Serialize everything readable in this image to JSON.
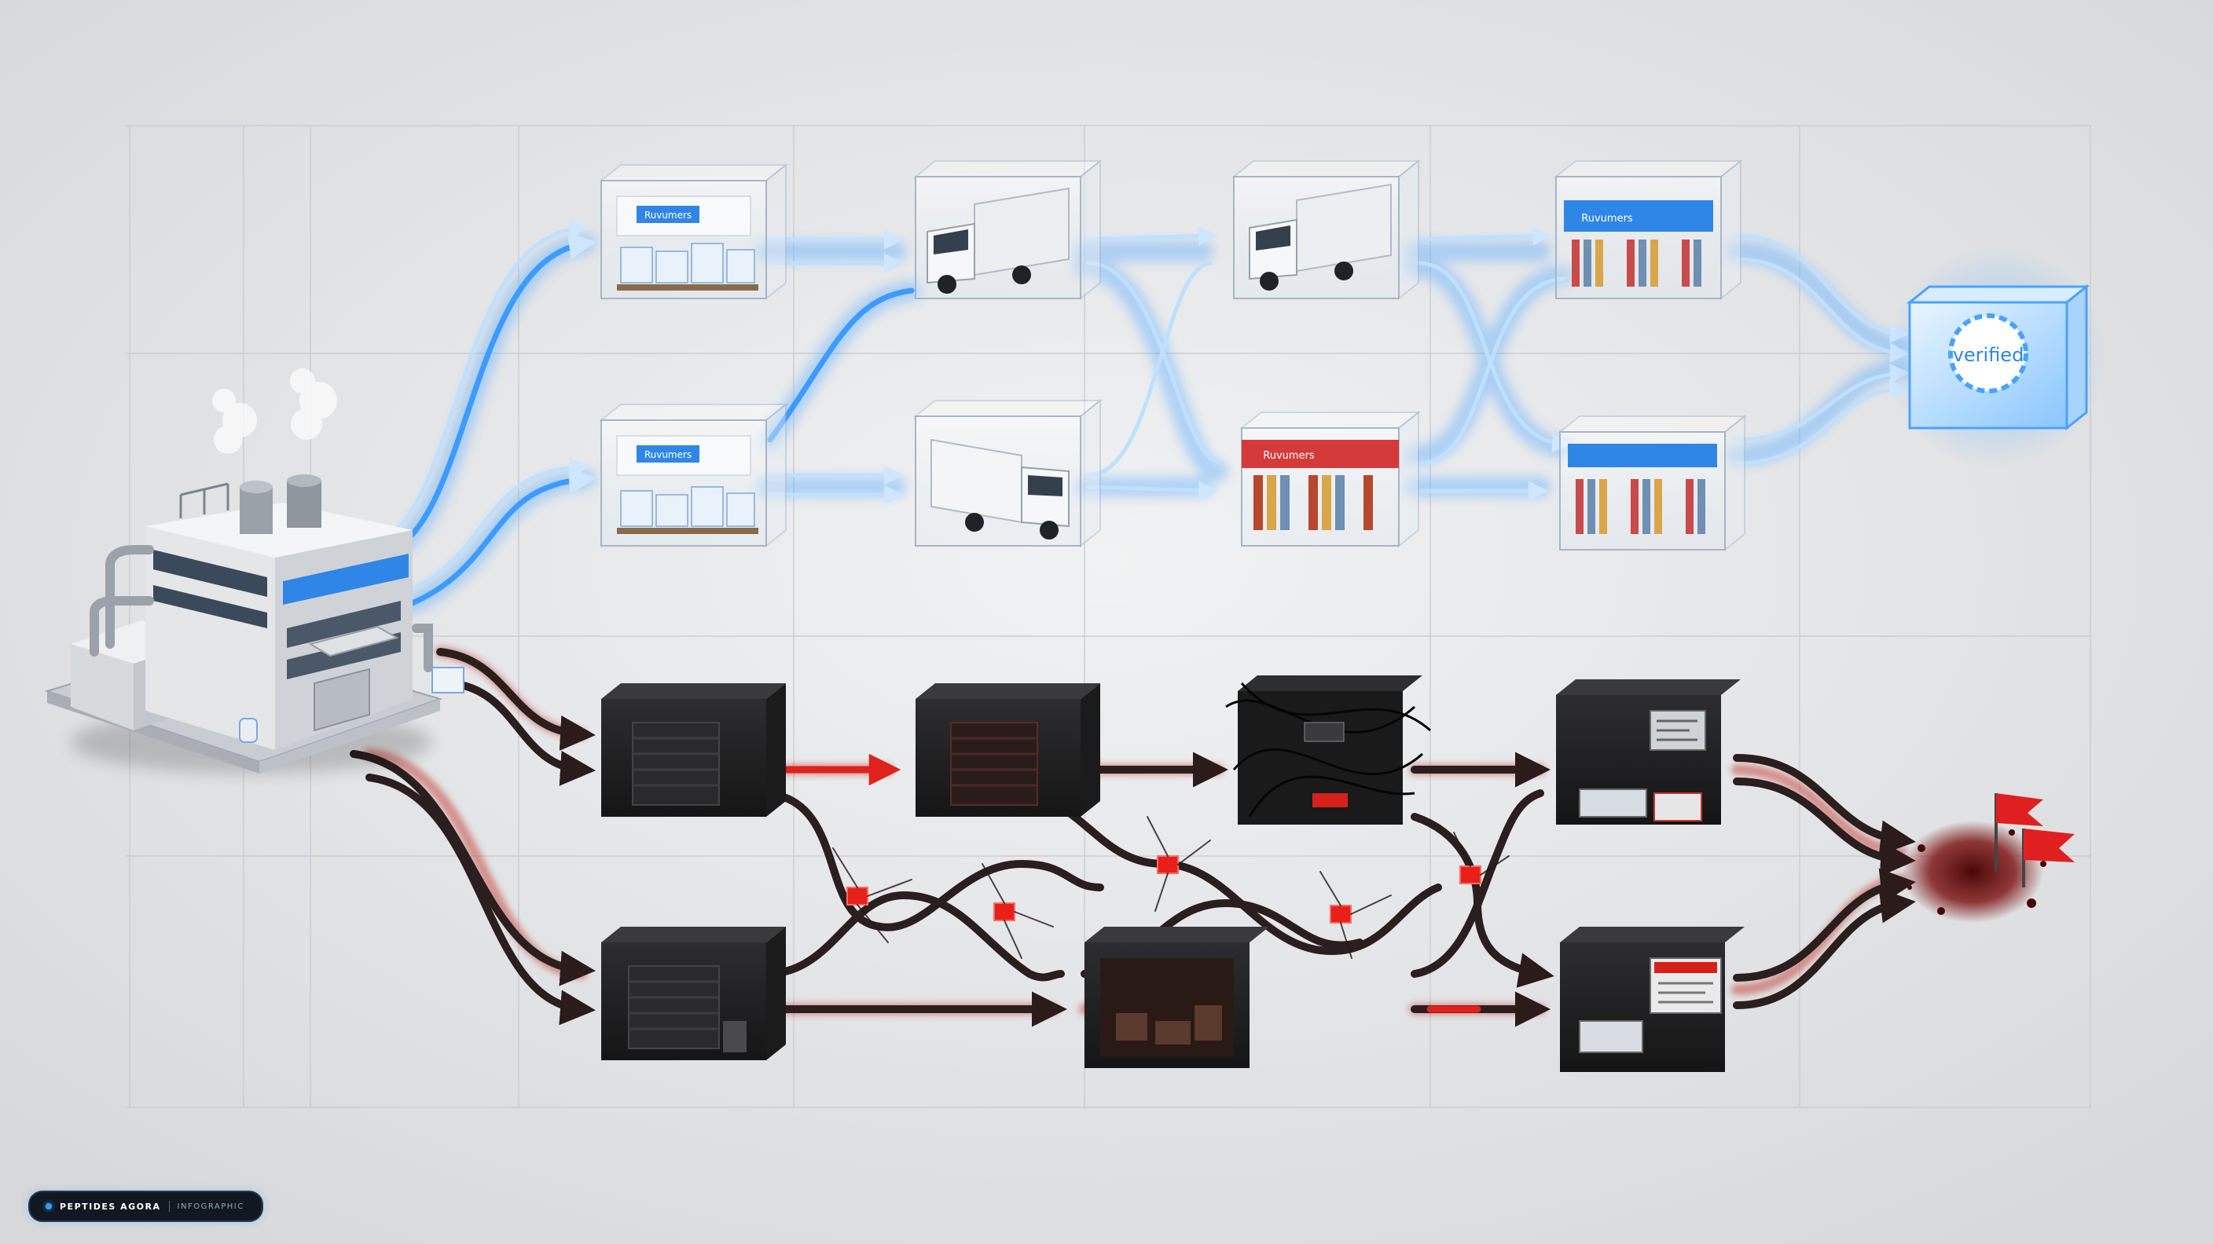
{
  "badge": {
    "brand": "PEPTIDES AGORA",
    "kind": "INFOGRAPHIC"
  },
  "nodes": {
    "warehouse_top_sign": "Ruvumers",
    "warehouse_mid_sign": "Ruvumers",
    "pharmacy_top_sign": "Ruvumers",
    "pharmacy_red_sign": "Ruvumers",
    "verified_label": "verified"
  },
  "colors": {
    "legit_path": "#3d9bff",
    "legit_glow": "#bfe0ff",
    "grey_path": "#2a1e1e",
    "grey_edge": "#c0281f",
    "red_flag": "#e02020",
    "brand_blue": "#2f86e6"
  }
}
